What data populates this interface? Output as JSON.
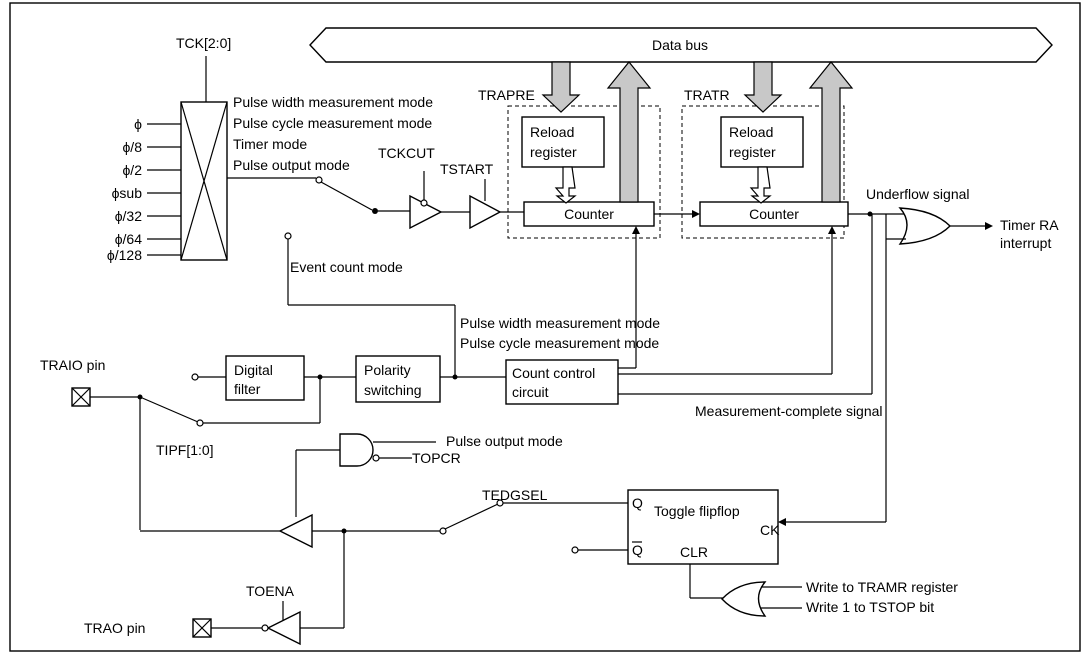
{
  "data_bus": "Data bus",
  "tck_label": "TCK[2:0]",
  "clock_inputs": [
    "ϕ",
    "ϕ/8",
    "ϕ/2",
    "ϕsub",
    "ϕ/32",
    "ϕ/64",
    "ϕ/128"
  ],
  "modes": {
    "pulse_width": "Pulse width measurement mode",
    "pulse_cycle": "Pulse cycle measurement mode",
    "timer": "Timer mode",
    "pulse_output": "Pulse output mode",
    "event_count": "Event count mode"
  },
  "tckcut": "TCKCUT",
  "tstart": "TSTART",
  "trapre": "TRAPRE",
  "tratr": "TRATR",
  "reload_line1": "Reload",
  "reload_line2": "register",
  "counter": "Counter",
  "underflow": "Underflow signal",
  "timer_ra_line1": "Timer RA",
  "timer_ra_line2": "interrupt",
  "traio_pin": "TRAIO pin",
  "digital_filter_line1": "Digital",
  "digital_filter_line2": "filter",
  "polarity_line1": "Polarity",
  "polarity_line2": "switching",
  "count_control_line1": "Count control",
  "count_control_line2": "circuit",
  "measurement_complete": "Measurement-complete signal",
  "tipf": "TIPF[1:0]",
  "topcr": "TOPCR",
  "tedgsel": "TEDGSEL",
  "toggle_flipflop": "Toggle flipflop",
  "q": "Q",
  "qbar": "Q",
  "ck": "CK",
  "clr": "CLR",
  "write_tramr": "Write to TRAMR register",
  "write_tstop": "Write 1 to TSTOP bit",
  "toena": "TOENA",
  "trao_pin": "TRAO pin"
}
